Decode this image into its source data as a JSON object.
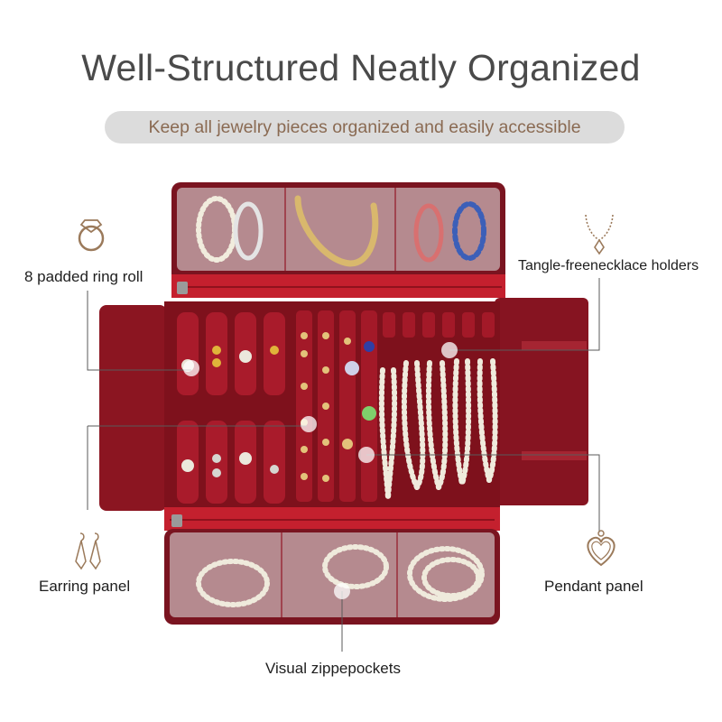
{
  "header": {
    "title": "Well-Structured Neatly Organized",
    "subtitle": "Keep all jewelry pieces organized and easily accessible"
  },
  "callouts": {
    "ring_roll": "8 padded ring roll",
    "necklace_holders": "Tangle-freenecklace holders",
    "earring_panel": "Earring panel",
    "pendant_panel": "Pendant panel",
    "zipper_pockets": "Visual zippepockets"
  },
  "icons": {
    "ring": "ring-icon",
    "necklace": "necklace-icon",
    "earring": "earring-icon",
    "heart_pendant": "heart-pendant-icon"
  },
  "colors": {
    "accent": "#9b7a5b",
    "fabric": "#8e1622",
    "zipper": "#c4202e",
    "pill": "#dcdcdc"
  }
}
